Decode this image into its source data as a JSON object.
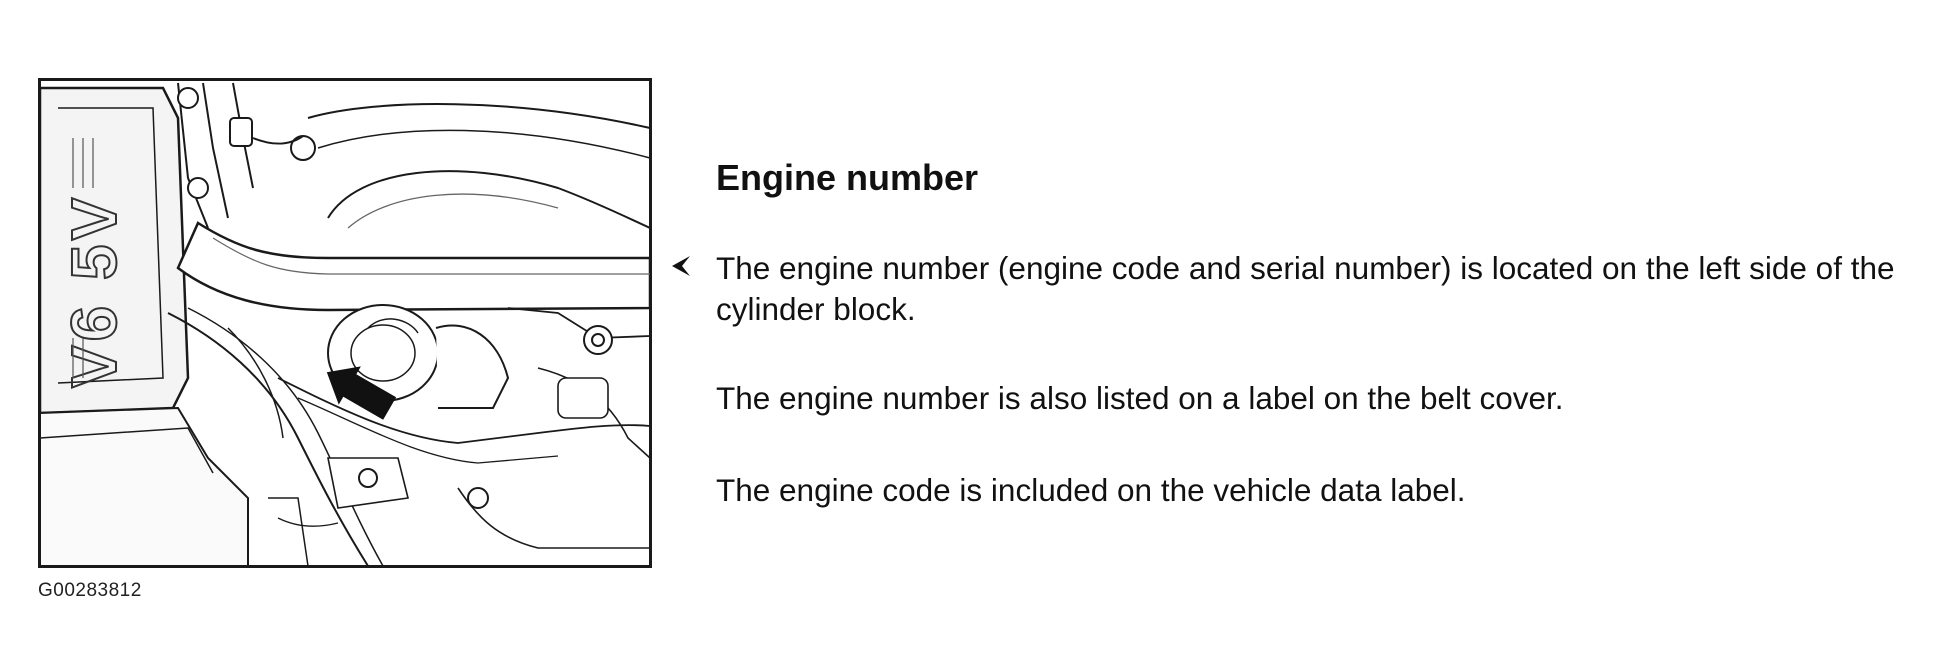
{
  "figure": {
    "id": "G00283812",
    "cover_logo": "V6 5V"
  },
  "section": {
    "heading": "Engine number",
    "pointer_icon": "arrowhead-left-icon",
    "paragraphs": [
      "The engine number (engine code and serial number) is located on the left side of the cylinder block.",
      "The engine number is also listed on a label on the belt cover.",
      "The engine code is included on the vehicle data label."
    ]
  }
}
